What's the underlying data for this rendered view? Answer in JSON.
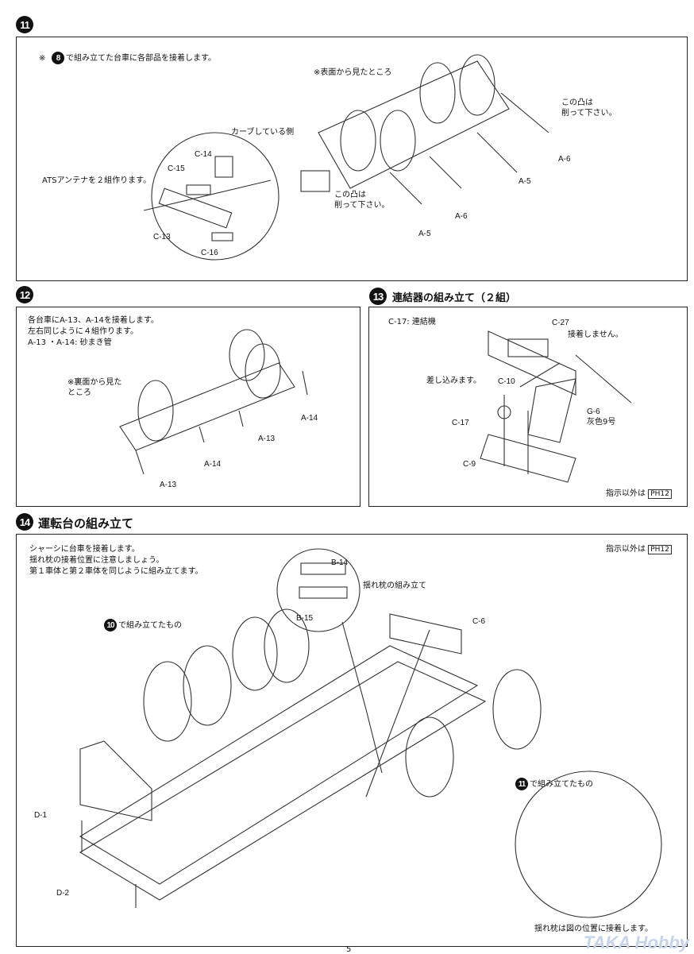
{
  "steps": {
    "s11": {
      "number": "11",
      "note": "で組み立てた台車に各部品を接着します。",
      "note_prefix": "※",
      "ref": "8",
      "view_note": "※表面から見たところ",
      "ats": "ATSアンテナを２組作ります。",
      "curve": "カーブしている側",
      "bump1": "この凸は\n削って下さい。",
      "bump2": "この凸は\n削って下さい。",
      "parts": [
        "C-14",
        "C-15",
        "C-13",
        "C-16",
        "A-5",
        "A-6",
        "A-5",
        "A-6"
      ]
    },
    "s12": {
      "number": "12",
      "lines": [
        "各台車にA-13、A-14を接着します。",
        "左右同じように４組作ります。",
        "A-13 ・A-14: 砂まき管"
      ],
      "view_note": "※裏面から見た\nところ",
      "parts": [
        "A-14",
        "A-13",
        "A-14",
        "A-13"
      ]
    },
    "s13": {
      "number": "13",
      "title": "連結器の組み立て（２組）",
      "c17_note": "C-17: 連結機",
      "c27": "C-27",
      "no_glue": "接着しません。",
      "insert": "差し込みます。",
      "parts": [
        "C-10",
        "C-17",
        "C-9",
        "G-6"
      ],
      "color": "灰色9号",
      "other": "指示以外は",
      "paint": "PH12"
    },
    "s14": {
      "number": "14",
      "title": "運転台の組み立て",
      "lines": [
        "シャーシに台車を接着します。",
        "揺れ枕の接着位置に注意しましょう。",
        "第１車体と第２車体を同じように組み立てます。"
      ],
      "other": "指示以外は",
      "paint": "PH12",
      "bolster": "揺れ枕の組み立て",
      "b14": "B-14",
      "b15": "B-15",
      "c6": "C-6",
      "ref10": "10",
      "ref10_text": "で組み立てたもの",
      "ref11": "11",
      "ref11_text": "で組み立てたもの",
      "d1": "D-1",
      "d2": "D-2",
      "bottom_note": "揺れ枕は図の位置に接着します。"
    }
  },
  "page_number": "5",
  "watermark": "TAKA Hobby"
}
